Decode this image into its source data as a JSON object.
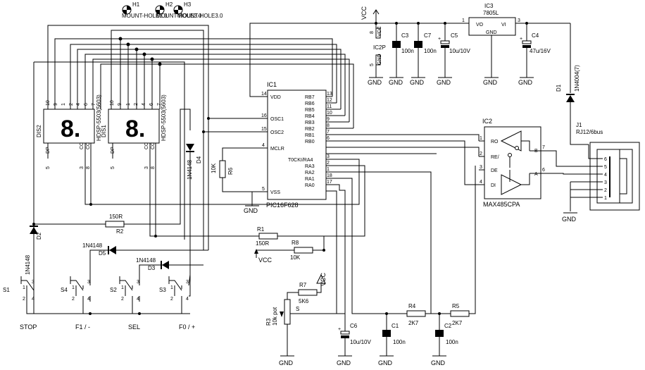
{
  "holes": {
    "h1": "H1",
    "h2": "H2",
    "h3": "H3",
    "overlap": "MOUNT-HOLE3.0"
  },
  "power": {
    "vcc_top": "VCC",
    "vcc_mid": "VCC",
    "vcc_pot": "VCC",
    "gnd": "GND"
  },
  "ic1": {
    "ref": "IC1",
    "part": "PIC16F628",
    "left_pins": [
      {
        "num": "14",
        "name": "VDD"
      },
      {
        "num": "16",
        "name": "OSC1"
      },
      {
        "num": "15",
        "name": "OSC2"
      },
      {
        "num": "4",
        "name": "MCLR"
      },
      {
        "num": "5",
        "name": "VSS"
      }
    ],
    "right_pins": [
      {
        "num": "13",
        "name": "RB7"
      },
      {
        "num": "12",
        "name": "RB6"
      },
      {
        "num": "11",
        "name": "RB5"
      },
      {
        "num": "10",
        "name": "RB4"
      },
      {
        "num": "9",
        "name": "RB3"
      },
      {
        "num": "8",
        "name": "RB2"
      },
      {
        "num": "7",
        "name": "RB1"
      },
      {
        "num": "6",
        "name": "RB0"
      },
      {
        "num": "3",
        "name": "T0CKI/RA4"
      },
      {
        "num": "2",
        "name": "RA3"
      },
      {
        "num": "1",
        "name": "RA2"
      },
      {
        "num": "18",
        "name": "RA1"
      },
      {
        "num": "17",
        "name": "RA0"
      }
    ]
  },
  "ic2": {
    "ref": "IC2",
    "part": "MAX485CPA",
    "pins_left": [
      {
        "num": "1",
        "name": "RO"
      },
      {
        "num": "2",
        "name": "RE/"
      },
      {
        "num": "3",
        "name": "DE"
      },
      {
        "num": "4",
        "name": "DI"
      }
    ],
    "pins_right": [
      {
        "num": "7",
        "name": "B"
      },
      {
        "num": "6",
        "name": "A"
      }
    ]
  },
  "ic2p": {
    "ref": "IC2P",
    "p8": "8",
    "p5": "5",
    "vcc": "VCC",
    "gnd": "GND"
  },
  "ic3": {
    "ref": "IC3",
    "part": "7805L",
    "vo": "VO",
    "vi": "VI",
    "gnd": "GND",
    "p1": "1",
    "p3": "3"
  },
  "caps": {
    "c3": {
      "ref": "C3",
      "val": "100n"
    },
    "c7": {
      "ref": "C7",
      "val": "100n"
    },
    "c5": {
      "ref": "C5",
      "val": "10u/10V"
    },
    "c4": {
      "ref": "C4",
      "val": "47u/16V"
    },
    "c6": {
      "ref": "C6",
      "val": "10u/10V"
    },
    "c1": {
      "ref": "C1",
      "val": "100n"
    },
    "c2": {
      "ref": "C2",
      "val": "100n"
    }
  },
  "res": {
    "r1": {
      "ref": "R1",
      "val": "150R"
    },
    "r2": {
      "ref": "R2",
      "val": "150R"
    },
    "r6": {
      "ref": "R6",
      "val": "10K"
    },
    "r8": {
      "ref": "R8",
      "val": "10K"
    },
    "r7": {
      "ref": "R7",
      "val": "5K6"
    },
    "r4": {
      "ref": "R4",
      "val": "2K7"
    },
    "r5": {
      "ref": "R5",
      "val": "2K7"
    },
    "r3": {
      "ref": "R3",
      "val": "10k pot",
      "s": "S"
    }
  },
  "diodes": {
    "d1": {
      "ref": "D1",
      "val": "1N4004(7)"
    },
    "d2": {
      "ref": "D2",
      "val": "1N4148"
    },
    "d3": {
      "ref": "D3",
      "val": "1N4148"
    },
    "d4": {
      "ref": "D4",
      "val": "1N4148"
    },
    "d5": {
      "ref": "D5",
      "val": "1N4148"
    }
  },
  "displays": {
    "dis2": {
      "ref": "DIS2",
      "part": "HDSP-5503(5603)",
      "glyph": "8.",
      "top_pins": [
        "10",
        "9",
        "1",
        "2",
        "4",
        "6",
        "7"
      ],
      "bot_left": "DP",
      "bot_a": "CC",
      "bot_b": "CC",
      "bot_left_num": "5",
      "bot_num_a": "3",
      "bot_num_b": "8"
    },
    "dis1": {
      "ref": "DIS1",
      "part": "HDSP-5503(5603)",
      "glyph": "8.",
      "top_pins": [
        "10",
        "9",
        "1",
        "2",
        "4",
        "6",
        "7"
      ],
      "bot_left": "DP",
      "bot_a": "CC",
      "bot_b": "CC",
      "bot_left_num": "5",
      "bot_num_a": "3",
      "bot_num_b": "8"
    }
  },
  "connector": {
    "ref": "J1",
    "part": "RJ12/6bus",
    "pins": [
      "6",
      "5",
      "4",
      "3",
      "2",
      "1"
    ]
  },
  "switches": [
    {
      "ref": "S1",
      "label": "STOP"
    },
    {
      "ref": "S4",
      "label": "F1 / -"
    },
    {
      "ref": "S2",
      "label": "SEL"
    },
    {
      "ref": "S3",
      "label": "F0 / +"
    }
  ],
  "sw_pins": {
    "p1": "1",
    "p2": "2",
    "p3": "3",
    "p4": "4"
  }
}
